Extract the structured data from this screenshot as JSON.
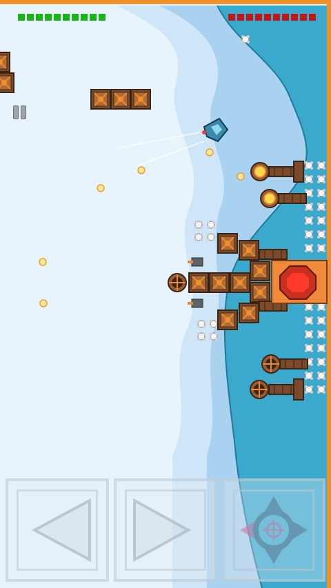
{
  "game": {
    "player_health": {
      "current": 10,
      "max": 10
    },
    "boss_health": {
      "current": 10,
      "max": 10
    }
  },
  "colors": {
    "frame": "#f0902a",
    "sky": "#e8f4fc",
    "cloud_band": "#bcdcf4",
    "sea": "#3aa9cc",
    "player_health": "#18b418",
    "boss_health": "#c01818",
    "crate": "#8a5530",
    "core": "#e84030"
  },
  "controls": {
    "left": {
      "icon": "left-arrow-icon"
    },
    "right": {
      "icon": "right-arrow-icon"
    },
    "fire": {
      "icon": "crosshair-icon"
    }
  },
  "icons": [
    "pause-icon",
    "player-ship-icon",
    "turret-icon",
    "bullet-icon",
    "mine-icon",
    "crate-icon",
    "boss-core-icon"
  ]
}
